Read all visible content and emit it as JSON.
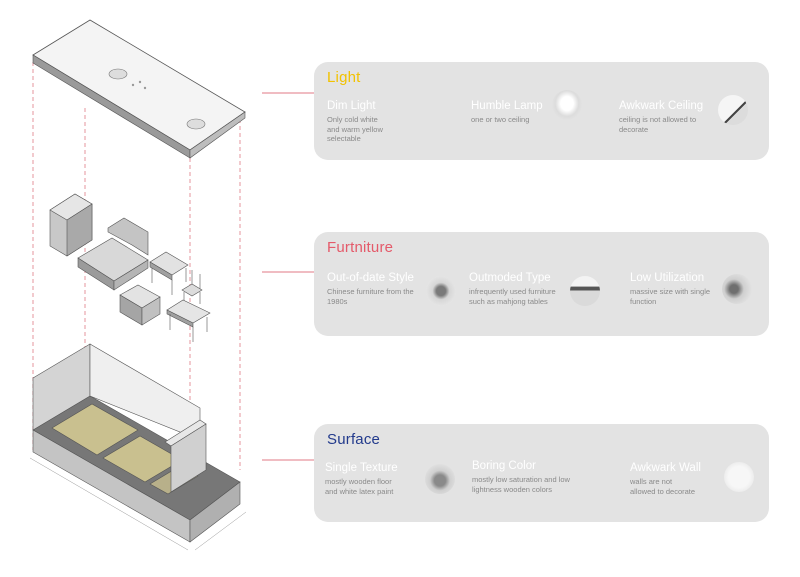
{
  "colors": {
    "light_title": "#f2c200",
    "furniture_title": "#e45a6a",
    "surface_title": "#223a8c",
    "panel_bg": "#e3e3e3",
    "guide_line": "#e07a86"
  },
  "panels": {
    "light": {
      "title": "Light",
      "items": [
        {
          "title": "Dim Light",
          "desc": "Only cold white\nand warm yellow\nselectable",
          "icon": "light-bulb-photo"
        },
        {
          "title": "Humble Lamp",
          "desc": "one or two ceiling",
          "icon": "ceiling-lamp-photo"
        },
        {
          "title": "Awkwark Ceiling",
          "desc": "ceiling is not allowed to\ndecorate",
          "icon": "ceiling-corner-photo"
        }
      ]
    },
    "furniture": {
      "title": "Furtniture",
      "items": [
        {
          "title": "Out-of-date Style",
          "desc": "Chinese furniture from the\n1980s",
          "icon": "cabinet-photo"
        },
        {
          "title": "Outmoded Type",
          "desc": "infrequently used furniture\nsuch as mahjong tables",
          "icon": "mahjong-table-photo"
        },
        {
          "title": "Low Utilization",
          "desc": "massive size with single\nfunction",
          "icon": "wardrobe-photo"
        }
      ]
    },
    "surface": {
      "title": "Surface",
      "items": [
        {
          "title": "Single Texture",
          "desc": "mostly wooden floor\nand white latex paint",
          "icon": "wood-floor-photo"
        },
        {
          "title": "Boring Color",
          "desc": "mostly low saturation and low\nlightness wooden colors",
          "icon": "wall-color-photo"
        },
        {
          "title": "Awkwark Wall",
          "desc": "walls are not\nallowed to decorate",
          "icon": "blank-wall-photo"
        }
      ]
    }
  }
}
